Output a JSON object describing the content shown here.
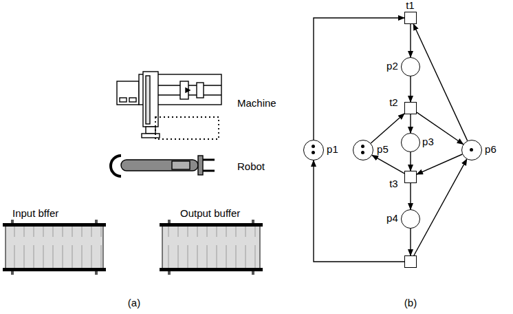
{
  "diagram": {
    "nodes": [
      {
        "text": [
          "t1"
        ]
      },
      {
        "text": [
          "p2"
        ]
      },
      {
        "text": [
          "t2"
        ]
      },
      {
        "text": [
          "p5"
        ]
      },
      {
        "text": [
          "p3"
        ]
      },
      {
        "text": [
          "p6"
        ]
      },
      {
        "text": [
          "t3"
        ]
      },
      {
        "text": [
          "p1"
        ]
      },
      {
        "text": [
          "p4"
        ]
      },
      {
        "text": []
      }
    ],
    "edges": [
      {
        "from": 7,
        "to": 0,
        "arrow": "to"
      },
      {
        "from": 0,
        "to": 1,
        "arrow": "to"
      },
      {
        "from": 1,
        "to": 2,
        "arrow": "to"
      },
      {
        "from": 3,
        "to": 2,
        "arrow": "to"
      },
      {
        "from": 2,
        "to": 4,
        "arrow": "to"
      },
      {
        "from": 2,
        "to": 5,
        "arrow": "to"
      },
      {
        "from": 4,
        "to": 6,
        "arrow": "to"
      },
      {
        "from": 5,
        "to": 6,
        "arrow": "to"
      },
      {
        "from": 6,
        "to": 3,
        "arrow": "to"
      },
      {
        "from": 6,
        "to": 8,
        "arrow": "to"
      },
      {
        "from": 8,
        "to": 9,
        "arrow": "to"
      },
      {
        "from": 9,
        "to": 7,
        "arrow": "to"
      },
      {
        "from": 9,
        "to": 5,
        "arrow": "to"
      },
      {
        "from": 5,
        "to": 0,
        "arrow": "to"
      }
    ],
    "labels": [
      "Machine",
      "Robot",
      "Input bffer",
      "Output buffer",
      "(a)",
      "(b)"
    ]
  }
}
